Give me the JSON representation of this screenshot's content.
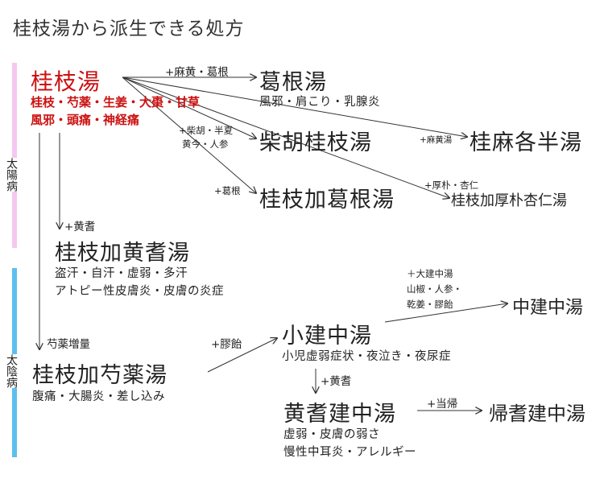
{
  "title": "桂枝湯から派生できる処方",
  "stages": {
    "taiyo": "太陽病",
    "taiin": "太陰病"
  },
  "colors": {
    "taiyo_bar": "#f5c8f0",
    "taiin_bar": "#5bc0ee",
    "root": "#cc1111"
  },
  "root": {
    "name": "桂枝湯",
    "ingredients": "桂枝・芍薬・生姜・大棗・甘草",
    "indications": "風邪・頭痛・神経痛"
  },
  "nodes": {
    "kakkonto": {
      "name": "葛根湯",
      "desc": "風邪・肩こり・乳腺炎",
      "add": "+麻黄・葛根"
    },
    "saikokeishito": {
      "name": "柴胡桂枝湯",
      "add_line1": "+柴胡・半夏",
      "add_line2": "黄今・人参"
    },
    "keimakakuhanto": {
      "name": "桂麻各半湯",
      "add": "+麻黄湯"
    },
    "keishikakakkonto": {
      "name": "桂枝加葛根湯",
      "add": "+葛根"
    },
    "keishikakobokukyoninto": {
      "name": "桂枝加厚朴杏仁湯",
      "add": "+厚朴・杏仁"
    },
    "keishikaogito": {
      "name": "桂枝加黄耆湯",
      "add": "+黄耆",
      "desc_line1": "盗汗・自汗・虚弱・多汗",
      "desc_line2": "アトピー性皮膚炎・皮膚の炎症"
    },
    "keishikashakuyakuto": {
      "name": "桂枝加芍薬湯",
      "add": "芍薬増量",
      "desc": "腹痛・大腸炎・差し込み"
    },
    "shokenchuto": {
      "name": "小建中湯",
      "add": "+膠飴",
      "desc": "小児虚弱症状・夜泣き・夜尿症"
    },
    "daikenchuto": {
      "name": "中建中湯",
      "add_line1": "＋大建中湯",
      "add_line2": "山椒・人参・",
      "add_line3": "乾姜・膠飴"
    },
    "ogikenchuto": {
      "name": "黄耆建中湯",
      "add": "+黄耆",
      "desc_line1": "虚弱・皮膚の弱さ",
      "desc_line2": "慢性中耳炎・アレルギー"
    },
    "kikenchuto": {
      "name": "帰耆建中湯",
      "add": "+当帰"
    }
  }
}
